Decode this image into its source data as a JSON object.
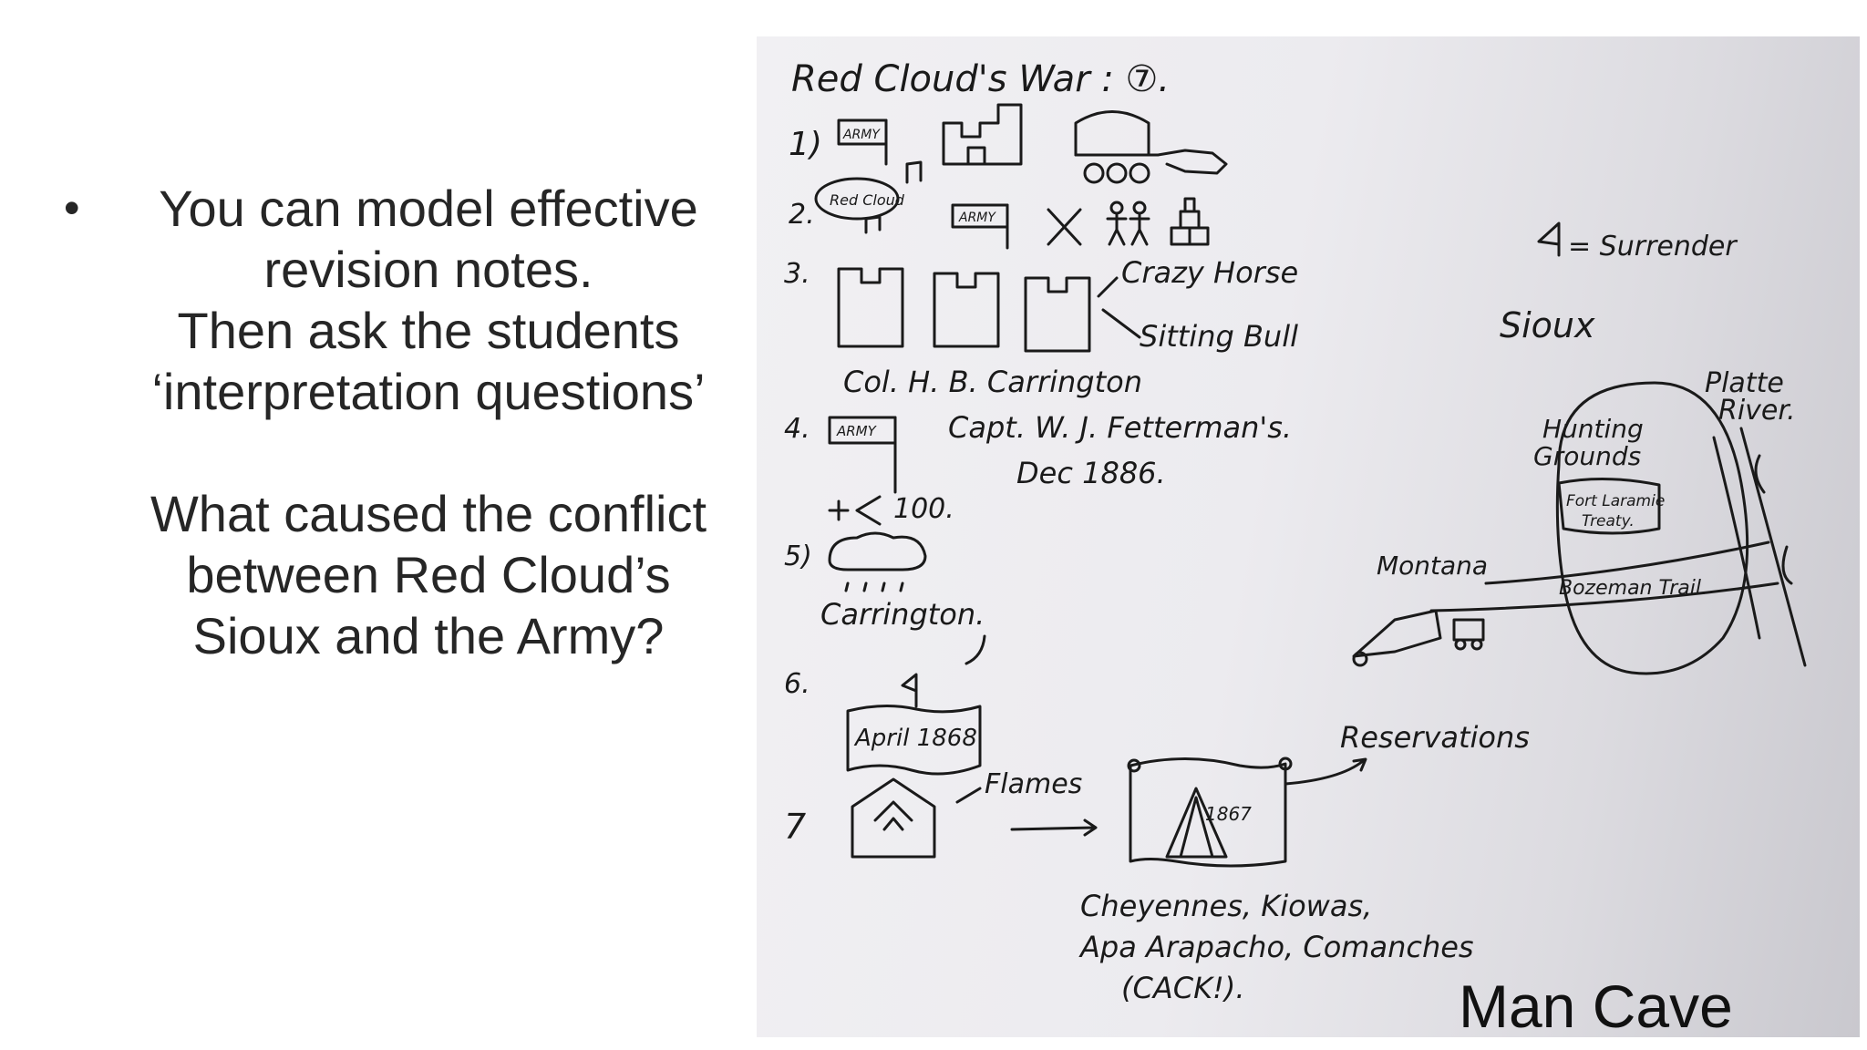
{
  "slide": {
    "bullet": {
      "marker": "•",
      "text": "You can model effective\nrevision notes.\nThen ask the students\n‘interpretation questions’"
    },
    "question": "What caused the conflict\nbetween Red Cloud’s\nSioux and the Army?",
    "caption": "Man Cave"
  },
  "notes": {
    "title": "Red Cloud's War : ⑦.",
    "item1": "1)",
    "army1": "ARMY",
    "item2": "2.",
    "red_cloud": "Red Cloud",
    "army2": "ARMY",
    "item3": "3.",
    "crazy_horse": "Crazy Horse",
    "sitting_bull": "Sitting Bull",
    "carrington": "Col. H. B. Carrington",
    "item4": "4.",
    "army4": "ARMY",
    "fetterman": "Capt. W. J. Fetterman's.",
    "dec": "Dec 1886.",
    "hundred": "100.",
    "item5": "5)",
    "carrington2": "Carrington.",
    "item6": "6.",
    "april": "April 1868",
    "item7": "7",
    "flames": "Flames",
    "treaty_year": "1867",
    "reservations": "Reservations",
    "tribes_line1": "Cheyennes, Kiowas,",
    "tribes_line2": "Apa Arapacho, Comanches",
    "tribes_line3": "(CACK!).",
    "surrender": "= Surrender",
    "sioux": "Sioux",
    "platte": "Platte",
    "river": "River.",
    "hunting": "Hunting",
    "grounds": "Grounds",
    "fort_laramie": "Fort Laramie",
    "treaty": "Treaty.",
    "montana": "Montana",
    "bozeman": "Bozeman Trail."
  }
}
